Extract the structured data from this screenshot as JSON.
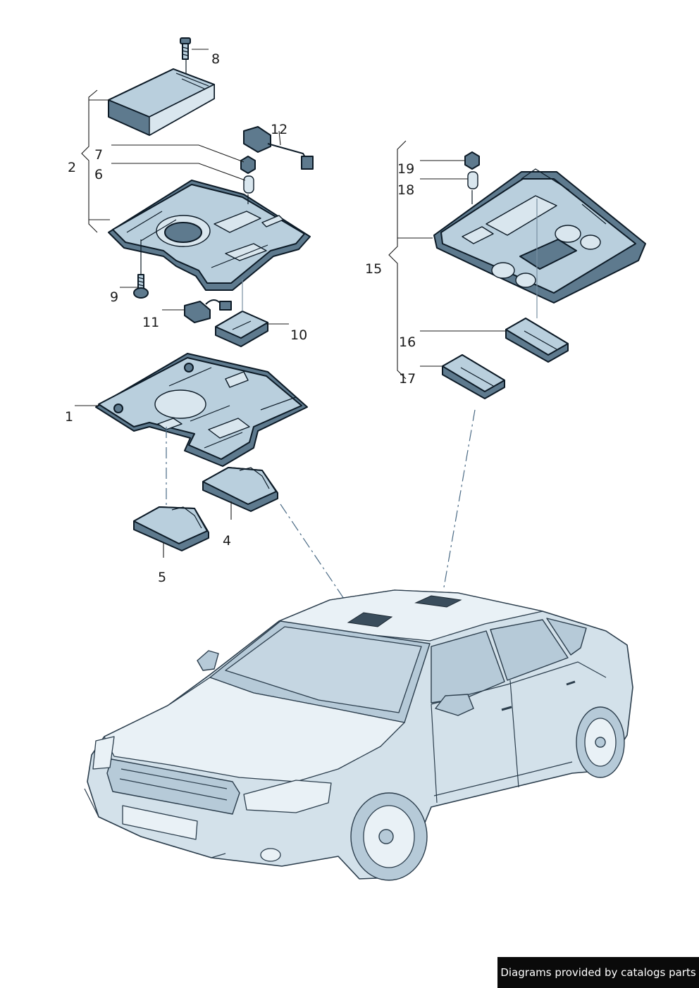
{
  "callouts": {
    "c1": "1",
    "c2": "2",
    "c4": "4",
    "c5": "5",
    "c6": "6",
    "c7": "7",
    "c8": "8",
    "c9": "9",
    "c10": "10",
    "c11": "11",
    "c12": "12",
    "c15": "15",
    "c16": "16",
    "c17": "17",
    "c18": "18",
    "c19": "19"
  },
  "footer": {
    "text": "Diagrams provided by catalogs parts"
  },
  "colors": {
    "part_fill": "#b9cfdd",
    "part_dark": "#5e7a8e",
    "car_fill": "#d3e1ea",
    "footer_bg": "#0a0a0a",
    "footer_text": "#ffffff",
    "dashed_line": "#4a6a85"
  }
}
